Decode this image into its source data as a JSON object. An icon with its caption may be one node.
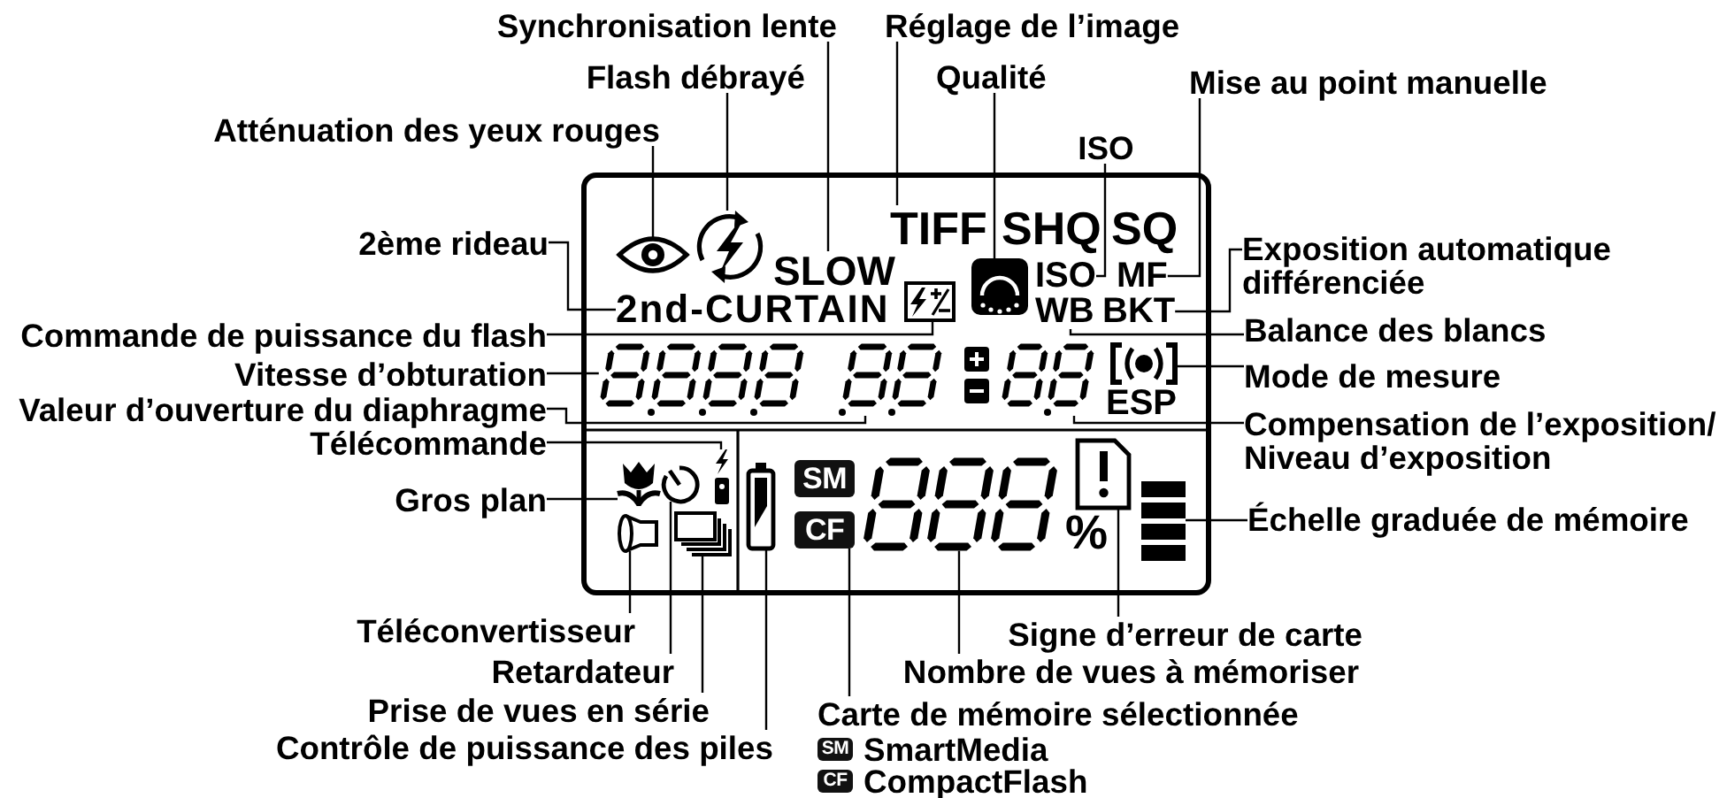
{
  "diagram": {
    "nodes": [
      {
        "text": [
          "Synchronisation lente"
        ]
      },
      {
        "text": [
          "Réglage de l’image"
        ]
      },
      {
        "text": [
          "Flash débrayé"
        ]
      },
      {
        "text": [
          "Qualité"
        ]
      },
      {
        "text": [
          "Mise au point manuelle"
        ]
      },
      {
        "text": [
          "Atténuation des yeux rouges"
        ]
      },
      {
        "text": [
          "ISO"
        ]
      },
      {
        "text": [
          "2ème rideau"
        ]
      },
      {
        "text": [
          "Exposition automatique différenciée"
        ]
      },
      {
        "text": [
          "Balance des blancs"
        ]
      },
      {
        "text": [
          "Commande de puissance du flash"
        ]
      },
      {
        "text": [
          "Vitesse d’obturation"
        ]
      },
      {
        "text": [
          "Mode de mesure"
        ]
      },
      {
        "text": [
          "Valeur d’ouverture du diaphragme"
        ]
      },
      {
        "text": [
          "Compensation de l’exposition/ Niveau d’exposition"
        ]
      },
      {
        "text": [
          "Télécommande"
        ]
      },
      {
        "text": [
          "Gros plan"
        ]
      },
      {
        "text": [
          "Échelle graduée de mémoire"
        ]
      },
      {
        "text": [
          "Téléconvertisseur"
        ]
      },
      {
        "text": [
          "Signe d’erreur de carte"
        ]
      },
      {
        "text": [
          "Retardateur"
        ]
      },
      {
        "text": [
          "Nombre de vues à mémoriser"
        ]
      },
      {
        "text": [
          "Prise de vues en série"
        ]
      },
      {
        "text": [
          "Carte de mémoire sélectionnée"
        ]
      },
      {
        "text": [
          "Contrôle de puissance des piles"
        ]
      },
      {
        "text": [],
        "shape": "picture"
      },
      {
        "text": [],
        "shape": "picture"
      },
      {
        "text": [
          "SLOW"
        ]
      },
      {
        "text": [
          "TIFF"
        ]
      },
      {
        "text": [],
        "shape": "picture"
      },
      {
        "text": [
          "ISO"
        ]
      },
      {
        "text": [
          "MF"
        ]
      },
      {
        "text": [
          "2nd-CURTAIN"
        ]
      },
      {
        "text": [],
        "shape": "picture"
      },
      {
        "text": [
          "WB"
        ]
      },
      {
        "text": [
          "BKT"
        ]
      },
      {
        "text": [],
        "shape": "picture"
      },
      {
        "text": [],
        "shape": "picture"
      },
      {
        "text": [],
        "shape": "picture"
      },
      {
        "text": [],
        "shape": "picture"
      },
      {
        "text": [],
        "shape": "picture"
      },
      {
        "text": [],
        "shape": "picture"
      },
      {
        "text": [],
        "shape": "picture"
      },
      {
        "text": [],
        "shape": "picture"
      },
      {
        "text": [],
        "shape": "picture"
      },
      {
        "text": [],
        "shape": "picture"
      },
      {
        "text": [],
        "shape": "picture"
      },
      {
        "text": [],
        "shape": "picture"
      },
      {
        "text": [],
        "shape": "picture"
      },
      {
        "text": [
          "SM"
        ]
      },
      {
        "text": [
          "CF"
        ]
      }
    ],
    "edges": [
      {
        "from": 0,
        "to": 27,
        "arrow": "none"
      },
      {
        "from": 1,
        "to": 28,
        "arrow": "none"
      },
      {
        "from": 2,
        "to": 26,
        "arrow": "none"
      },
      {
        "from": 3,
        "to": 29,
        "arrow": "none"
      },
      {
        "from": 4,
        "to": 31,
        "arrow": "none"
      },
      {
        "from": 5,
        "to": 25,
        "arrow": "none"
      },
      {
        "from": 6,
        "to": 30,
        "arrow": "none"
      },
      {
        "from": 7,
        "to": 32,
        "arrow": "none"
      },
      {
        "from": 8,
        "to": 35,
        "arrow": "none"
      },
      {
        "from": 9,
        "to": 34,
        "arrow": "none"
      },
      {
        "from": 10,
        "to": 33,
        "arrow": "none"
      },
      {
        "from": 11,
        "to": 36,
        "arrow": "none"
      },
      {
        "from": 12,
        "to": 39,
        "arrow": "none"
      },
      {
        "from": 13,
        "to": 37,
        "arrow": "none"
      },
      {
        "from": 14,
        "to": 38,
        "arrow": "none"
      },
      {
        "from": 15,
        "to": 42,
        "arrow": "none"
      },
      {
        "from": 16,
        "to": 40,
        "arrow": "none"
      },
      {
        "from": 17,
        "to": 46,
        "arrow": "none"
      },
      {
        "from": 18,
        "to": 47,
        "arrow": "none"
      },
      {
        "from": 19,
        "to": 45,
        "arrow": "none"
      },
      {
        "from": 20,
        "to": 41,
        "arrow": "none"
      },
      {
        "from": 21,
        "to": 44,
        "arrow": "none"
      },
      {
        "from": 22,
        "to": 48,
        "arrow": "none"
      },
      {
        "from": 23,
        "to": 50,
        "arrow": "none"
      },
      {
        "from": 24,
        "to": 43,
        "arrow": "none"
      }
    ],
    "labels": [
      "SHQ",
      "SQ",
      "ESP",
      "%",
      "SM",
      "SmartMedia",
      "CF",
      "CompactFlash"
    ]
  }
}
